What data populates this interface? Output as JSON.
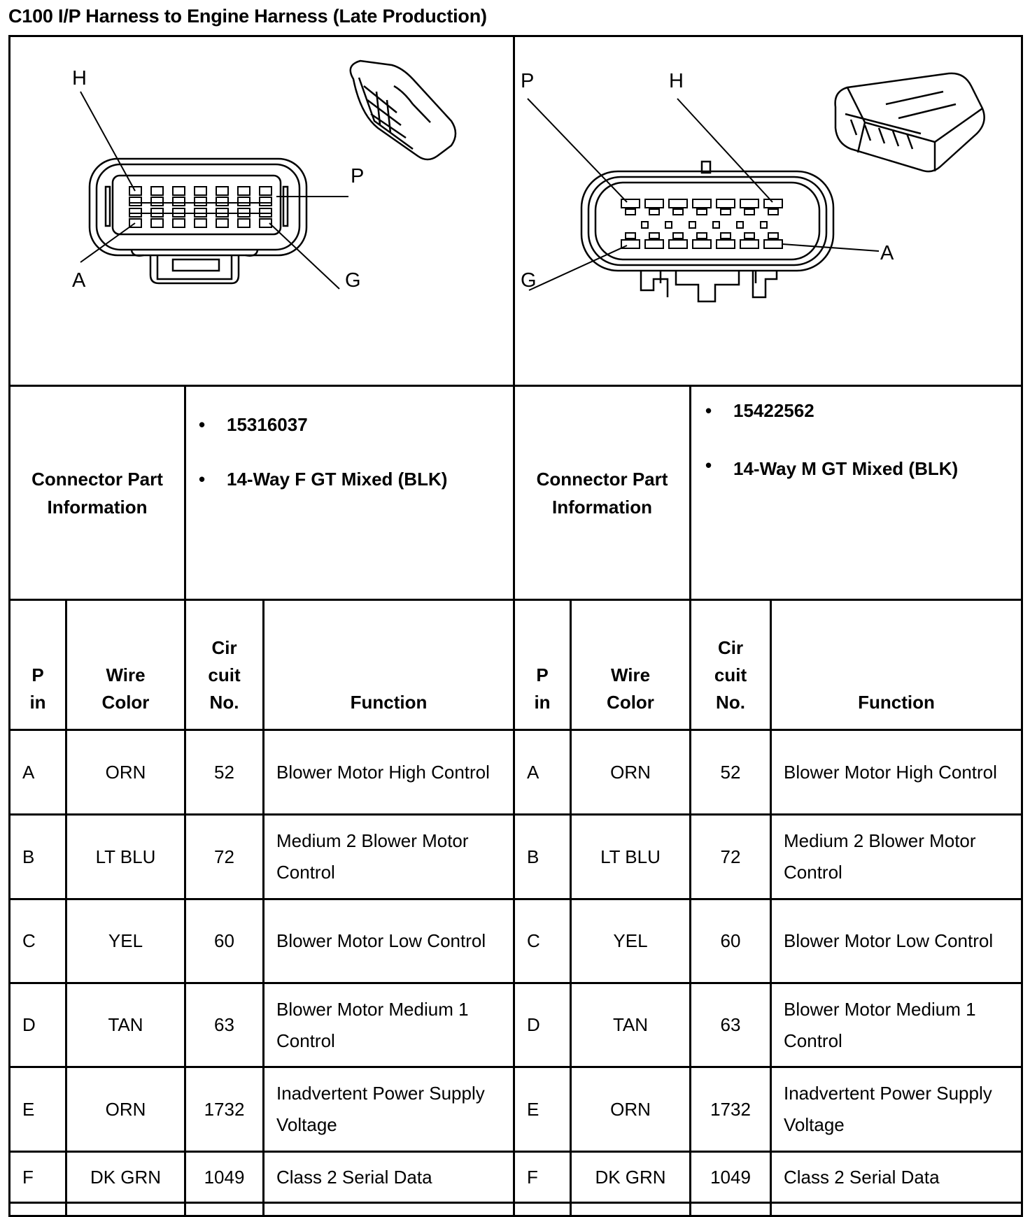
{
  "title": "C100 I/P Harness to Engine Harness (Late Production)",
  "left_connector": {
    "labels": {
      "top_left": "H",
      "right": "P",
      "bottom_left": "A",
      "bottom_right": "G"
    },
    "info_label": "Connector Part Information",
    "part_number": "15316037",
    "description": "14-Way F GT Mixed (BLK)"
  },
  "right_connector": {
    "labels": {
      "top_left": "P",
      "top_right": "H",
      "right": "A",
      "bottom_left": "G"
    },
    "info_label": "Connector Part Information",
    "part_number": "15422562",
    "description": "14-Way M GT Mixed (BLK)"
  },
  "table": {
    "headers": {
      "pin": "P in",
      "wire_color": "Wire Color",
      "circuit": "Cir cuit No.",
      "function": "Function"
    },
    "rows": [
      {
        "pin": "A",
        "color": "ORN",
        "circuit": "52",
        "function": "Blower Motor High Control"
      },
      {
        "pin": "B",
        "color": "LT BLU",
        "circuit": "72",
        "function": "Medium 2 Blower Motor Control"
      },
      {
        "pin": "C",
        "color": "YEL",
        "circuit": "60",
        "function": "Blower Motor Low Control"
      },
      {
        "pin": "D",
        "color": "TAN",
        "circuit": "63",
        "function": "Blower Motor Medium 1 Control"
      },
      {
        "pin": "E",
        "color": "ORN",
        "circuit": "1732",
        "function": "Inadvertent Power Supply Voltage"
      },
      {
        "pin": "F",
        "color": "DK GRN",
        "circuit": "1049",
        "function": "Class 2 Serial Data"
      }
    ]
  }
}
